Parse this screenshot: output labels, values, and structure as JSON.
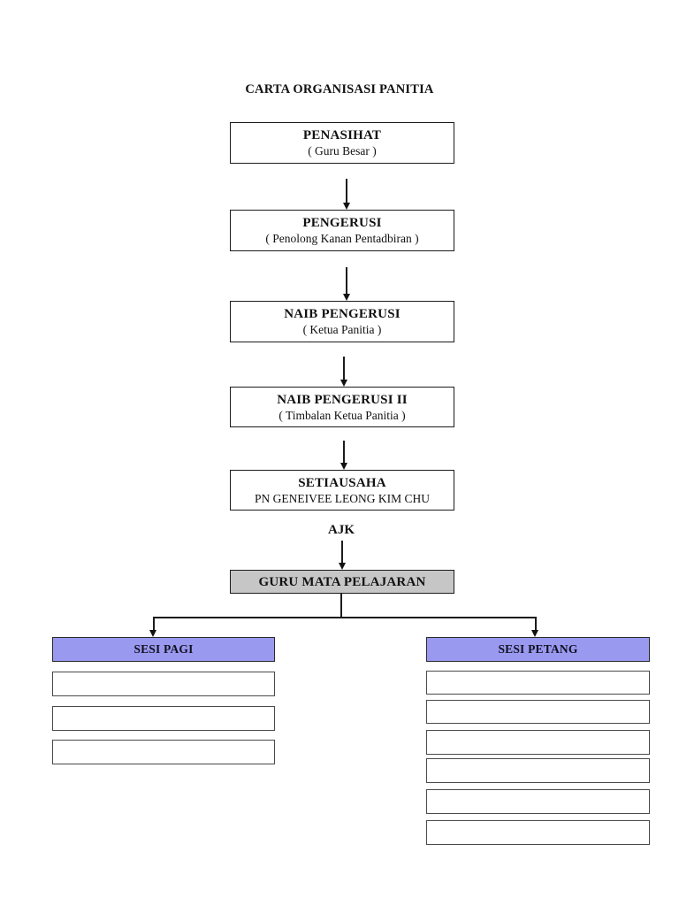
{
  "title": "CARTA ORGANISASI PANITIA",
  "colors": {
    "background": "#ffffff",
    "node_border": "#1c1c1c",
    "highlight_fill": "#c6c6c6",
    "session_fill": "#9a99f0",
    "connector": "#1c1c1c"
  },
  "hierarchy": {
    "nodes": [
      {
        "title": "PENASIHAT",
        "subtitle": "( Guru Besar )"
      },
      {
        "title": "PENGERUSI",
        "subtitle": "( Penolong Kanan Pentadbiran )"
      },
      {
        "title": "NAIB PENGERUSI",
        "subtitle": "( Ketua Panitia )"
      },
      {
        "title": "NAIB PENGERUSI II",
        "subtitle": "( Timbalan Ketua Panitia )"
      },
      {
        "title": "SETIAUSAHA",
        "subtitle": "PN GENEIVEE LEONG KIM CHU"
      }
    ]
  },
  "ajk": {
    "label": "AJK"
  },
  "guru_matapelajaran": {
    "label": "GURU MATA PELAJARAN"
  },
  "sessions": {
    "pagi": {
      "label": "SESI PAGI",
      "empty_slots": 3
    },
    "petang": {
      "label": "SESI PETANG",
      "empty_slots": 6
    }
  }
}
